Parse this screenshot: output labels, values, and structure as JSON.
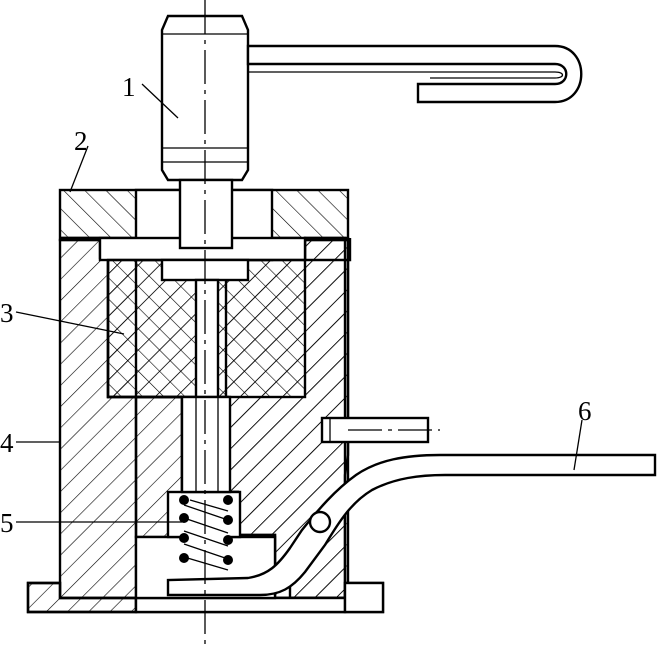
{
  "figure": {
    "part_labels": {
      "p1": "1",
      "p2": "2",
      "p3": "3",
      "p4": "4",
      "p5": "5",
      "p6": "6"
    }
  }
}
